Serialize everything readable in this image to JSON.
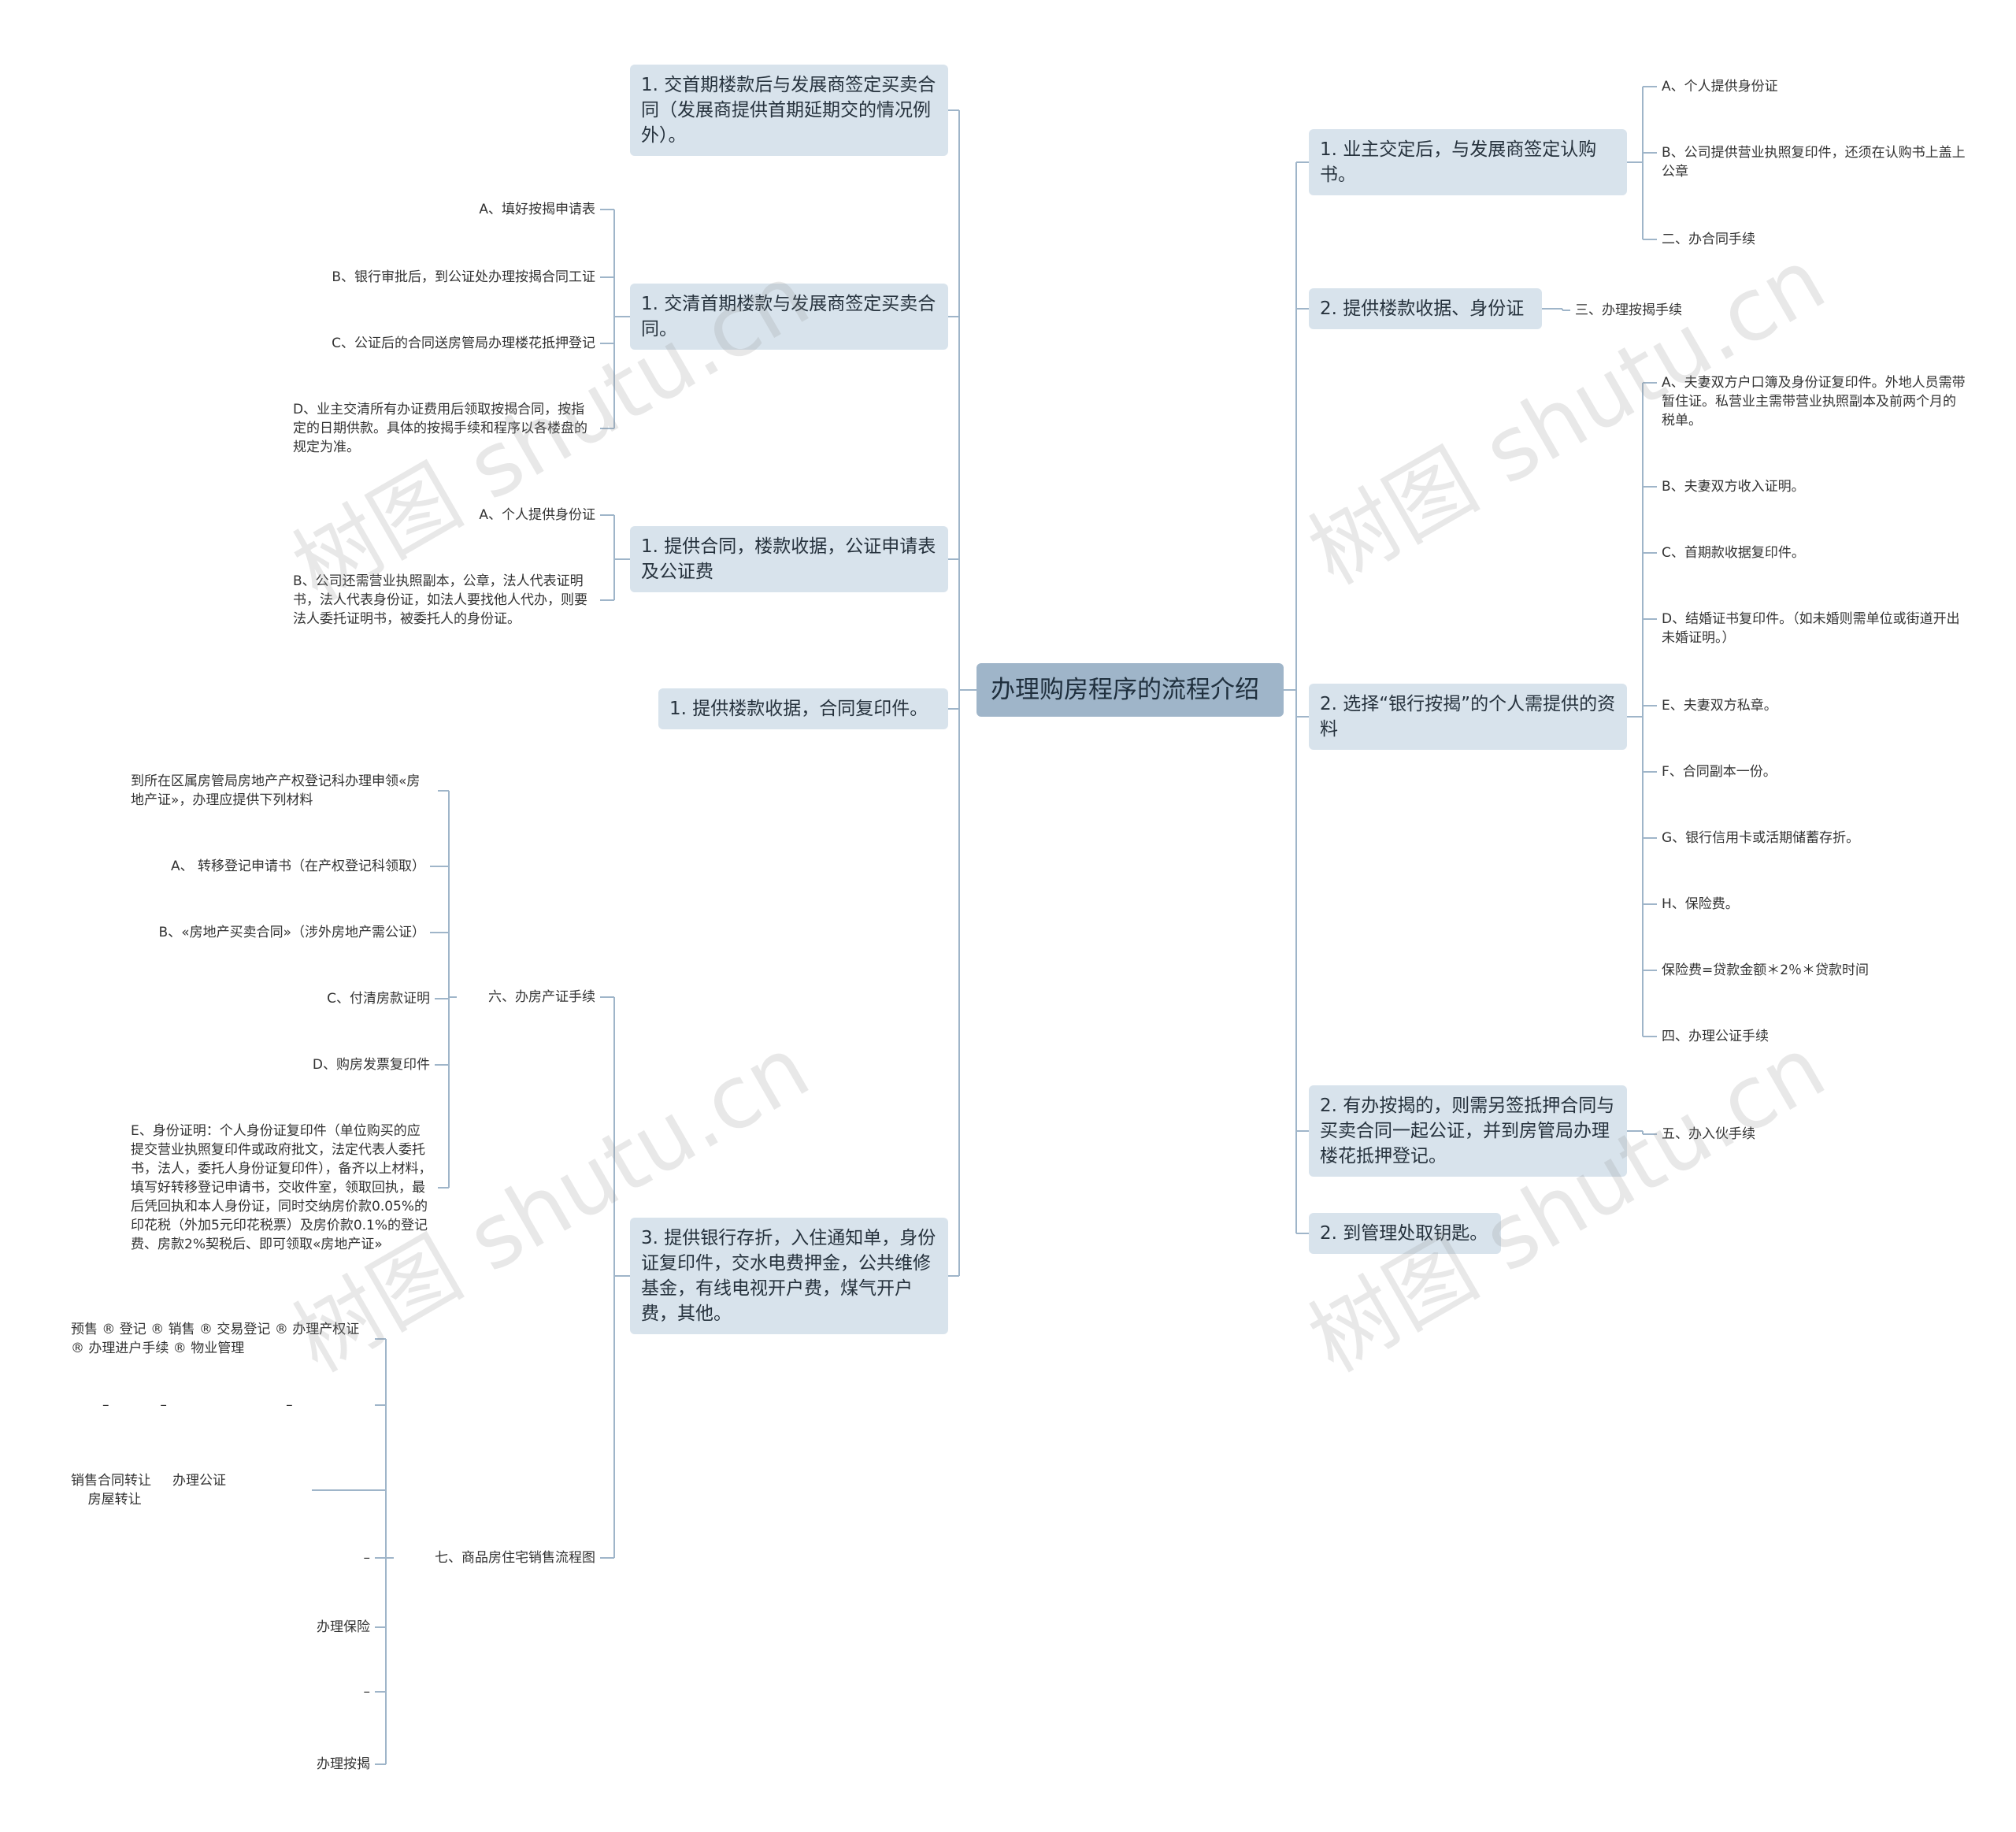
{
  "root": "办理购房程序的流程介绍",
  "left": {
    "b1": "1. 交首期楼款后与发展商签定买卖合同（发展商提供首期延期交的情况例外）。",
    "b2": "1. 交清首期楼款与发展商签定买卖合同。",
    "b2_children": [
      "A、填好按揭申请表",
      "B、银行审批后，到公证处办理按揭合同工证",
      "C、公证后的合同送房管局办理楼花抵押登记",
      "D、业主交清所有办证费用后领取按揭合同，按指定的日期供款。具体的按揭手续和程序以各楼盘的规定为准。"
    ],
    "b3": "1. 提供合同，楼款收据，公证申请表及公证费",
    "b3_children": [
      "A、个人提供身份证",
      "B、公司还需营业执照副本，公章，法人代表证明书，法人代表身份证，如法人要找他人代办，则要法人委托证明书，被委托人的身份证。"
    ],
    "b4": "1. 提供楼款收据，合同复印件。",
    "b5": "3. 提供银行存折，入住通知单，身份证复印件，交水电费押金，公共维修基金，有线电视开户费，煤气开户费，其他。",
    "g6": "六、办房产证手续",
    "g6_children": [
      "到所在区属房管局房地产产权登记科办理申领«房地产证»，办理应提供下列材料",
      "A、 转移登记申请书（在产权登记科领取）",
      "B、«房地产买卖合同»（涉外房地产需公证）",
      "C、付清房款证明",
      "D、购房发票复印件",
      "E、身份证明：个人身份证复印件（单位购买的应提交营业执照复印件或政府批文，法定代表人委托书，法人，委托人身份证复印件），备齐以上材料，填写好转移登记申请书，交收件室，领取回执，最后凭回执和本人身份证，同时交纳房价款0.05%的印花税（外加5元印花税票）及房价款0.1%的登记费、房款2%契税后、即可领取«房地产证»"
    ],
    "g7": "七、商品房住宅销售流程图",
    "g7_children": [
      "预售 ® 登记 ® 销售 ® 交易登记 ® 办理产权证 ® 办理进户手续 ® 物业管理",
      "–            –                            –",
      "销售合同转让     办理公证\n    房屋转让",
      "–",
      "办理保险",
      "–",
      "办理按揭"
    ]
  },
  "right": {
    "r1": "1. 业主交定后，与发展商签定认购书。",
    "r1_children": [
      "A、个人提供身份证",
      "B、公司提供营业执照复印件，还须在认购书上盖上公章",
      "二、办合同手续"
    ],
    "r2": "2. 提供楼款收据、身份证",
    "r2_children": [
      "三、办理按揭手续"
    ],
    "r3": "2. 选择“银行按揭”的个人需提供的资料",
    "r3_children": [
      "A、夫妻双方户口簿及身份证复印件。外地人员需带暂住证。私营业主需带营业执照副本及前两个月的税单。",
      "B、夫妻双方收入证明。",
      "C、首期款收据复印件。",
      "D、结婚证书复印件。（如未婚则需单位或街道开出未婚证明。）",
      "E、夫妻双方私章。",
      "F、合同副本一份。",
      "G、银行信用卡或活期储蓄存折。",
      "H、保险费。",
      "保险费=贷款金额＊2％＊贷款时间",
      "四、办理公证手续"
    ],
    "r4": "2. 有办按揭的，则需另签抵押合同与买卖合同一起公证，并到房管局办理楼花抵押登记。",
    "r4_children": [
      "五、办入伙手续"
    ],
    "r5": "2. 到管理处取钥匙。"
  },
  "watermark": "树图 shutu.cn",
  "colors": {
    "line": "#9fb5c9",
    "root_bg": "#9fb5c9",
    "branch_bg": "#d8e3ec"
  }
}
